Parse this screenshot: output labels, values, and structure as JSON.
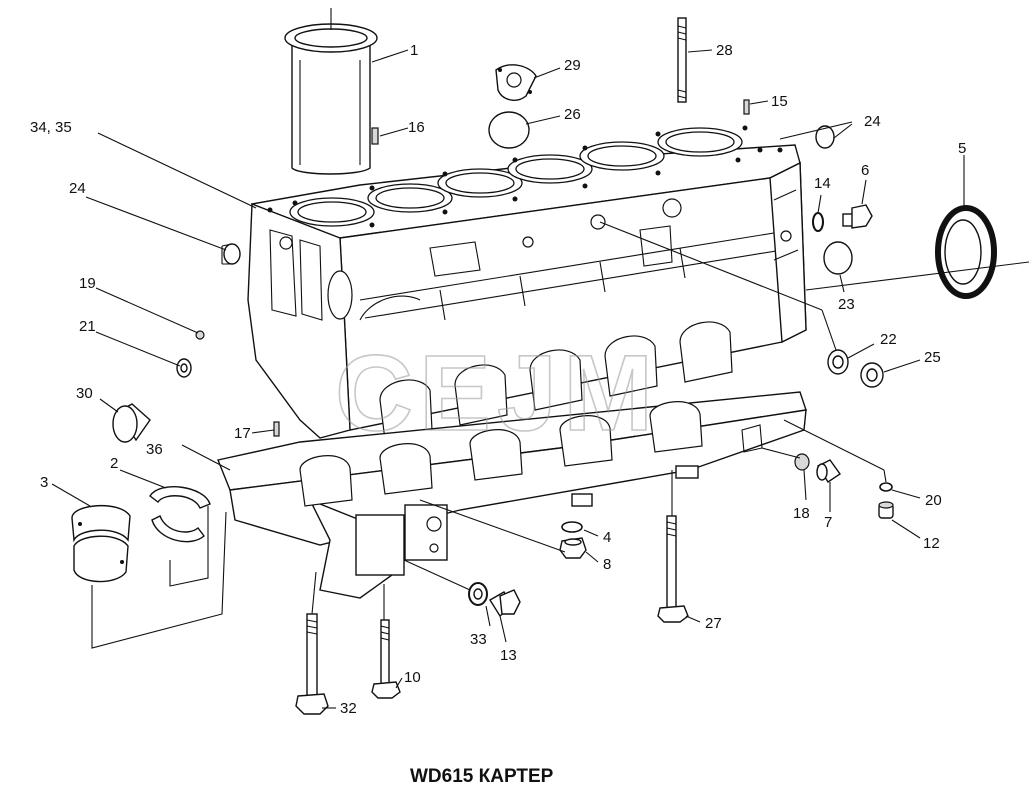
{
  "title": "WD615 КАРТЕР",
  "watermark": "CEJM",
  "callouts": [
    {
      "id": "c1",
      "text": "1"
    },
    {
      "id": "c2",
      "text": "2"
    },
    {
      "id": "c3",
      "text": "3"
    },
    {
      "id": "c4",
      "text": "4"
    },
    {
      "id": "c5",
      "text": "5"
    },
    {
      "id": "c6",
      "text": "6"
    },
    {
      "id": "c7",
      "text": "7"
    },
    {
      "id": "c8",
      "text": "8"
    },
    {
      "id": "c10",
      "text": "10"
    },
    {
      "id": "c12",
      "text": "12"
    },
    {
      "id": "c13",
      "text": "13"
    },
    {
      "id": "c14",
      "text": "14"
    },
    {
      "id": "c15",
      "text": "15"
    },
    {
      "id": "c16",
      "text": "16"
    },
    {
      "id": "c17",
      "text": "17"
    },
    {
      "id": "c18",
      "text": "18"
    },
    {
      "id": "c19",
      "text": "19"
    },
    {
      "id": "c20",
      "text": "20"
    },
    {
      "id": "c21",
      "text": "21"
    },
    {
      "id": "c22",
      "text": "22"
    },
    {
      "id": "c23",
      "text": "23"
    },
    {
      "id": "c24a",
      "text": "24"
    },
    {
      "id": "c24b",
      "text": "24"
    },
    {
      "id": "c25",
      "text": "25"
    },
    {
      "id": "c26",
      "text": "26"
    },
    {
      "id": "c27",
      "text": "27"
    },
    {
      "id": "c28",
      "text": "28"
    },
    {
      "id": "c29",
      "text": "29"
    },
    {
      "id": "c30",
      "text": "30"
    },
    {
      "id": "c32",
      "text": "32"
    },
    {
      "id": "c33",
      "text": "33"
    },
    {
      "id": "c3435",
      "text": "34, 35"
    },
    {
      "id": "c36",
      "text": "36"
    }
  ]
}
